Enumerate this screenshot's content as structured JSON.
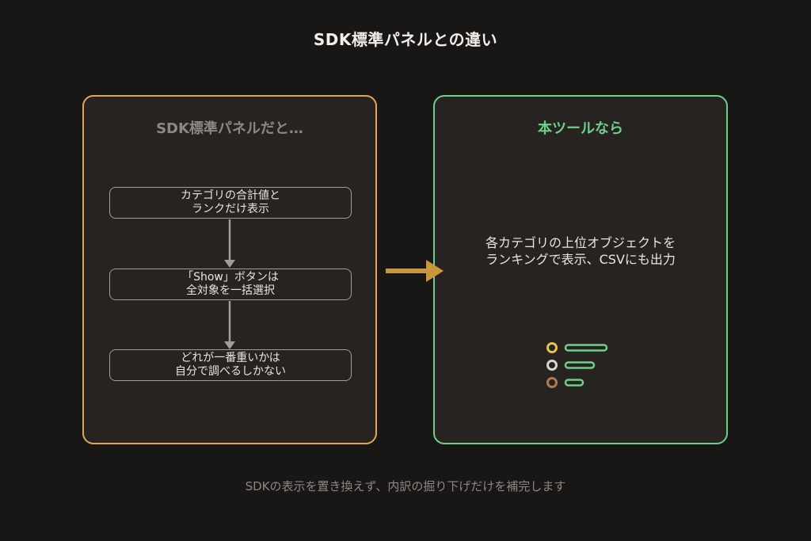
{
  "title": "SDK標準パネルとの違い",
  "left_panel": {
    "heading": "SDK標準パネルだと…",
    "steps": [
      {
        "line1": "カテゴリの合計値と",
        "line2": "ランクだけ表示"
      },
      {
        "line1": "「Show」ボタンは",
        "line2": "全対象を一括選択"
      },
      {
        "line1": "どれが一番重いかは",
        "line2": "自分で調べるしかない"
      }
    ]
  },
  "right_panel": {
    "heading": "本ツールなら",
    "description_line1": "各カテゴリの上位オブジェクトを",
    "description_line2": "ランキングで表示、CSVにも出力",
    "ranking_icon": {
      "name": "ranking-list-icon",
      "rows": [
        {
          "medal": "gold",
          "medal_color": "#e6c24a",
          "bar_length": 1.0
        },
        {
          "medal": "silver",
          "medal_color": "#d8d4cf",
          "bar_length": 0.7
        },
        {
          "medal": "bronze",
          "medal_color": "#b07a4e",
          "bar_length": 0.43
        }
      ],
      "bar_color": "#6fcf8a"
    }
  },
  "footer": "SDKの表示を置き換えず、内訳の掘り下げだけを補完します",
  "colors": {
    "background": "#181716",
    "left_accent": "#e3a45a",
    "right_accent": "#6fcf8a",
    "transition_arrow": "#c9963e",
    "flow_arrow": "#a39d96"
  }
}
